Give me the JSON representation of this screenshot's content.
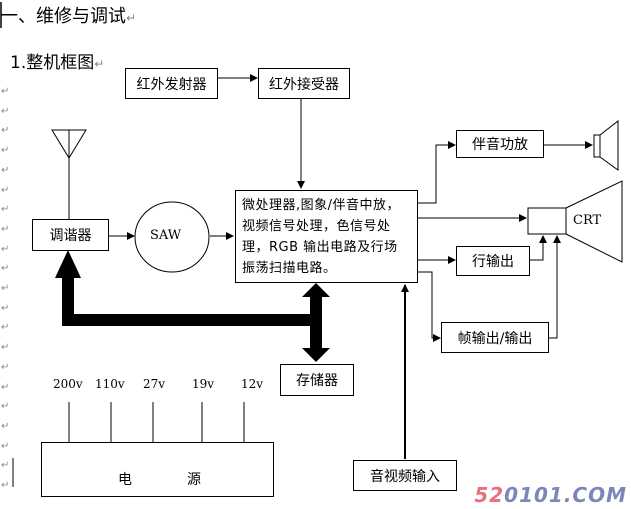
{
  "heading": {
    "section": "一、维修与调试",
    "subsection": "1.整机框图"
  },
  "para_mark": "↵",
  "blocks": {
    "ir_transmitter": "红外发射器",
    "ir_receiver": "红外接受器",
    "tuner": "调谐器",
    "saw": "SAW",
    "processor": "微处理器,图象/伴音中放，视频信号处理，色信号处理，RGB 输出电路及行场振荡扫描电路。",
    "audio_amp": "伴音功放",
    "crt": "CRT",
    "line_output": "行输出",
    "frame_output": "帧输出/输出",
    "memory": "存储器",
    "av_input": "音视频输入",
    "power_supply_1": "电",
    "power_supply_2": "源"
  },
  "voltages": [
    "200v",
    "110v",
    "27v",
    "19v",
    "12v"
  ],
  "watermark": {
    "part1": "52",
    "part2": "0101.COM",
    "color1": "#e8707a",
    "color2": "#7d86b8"
  }
}
